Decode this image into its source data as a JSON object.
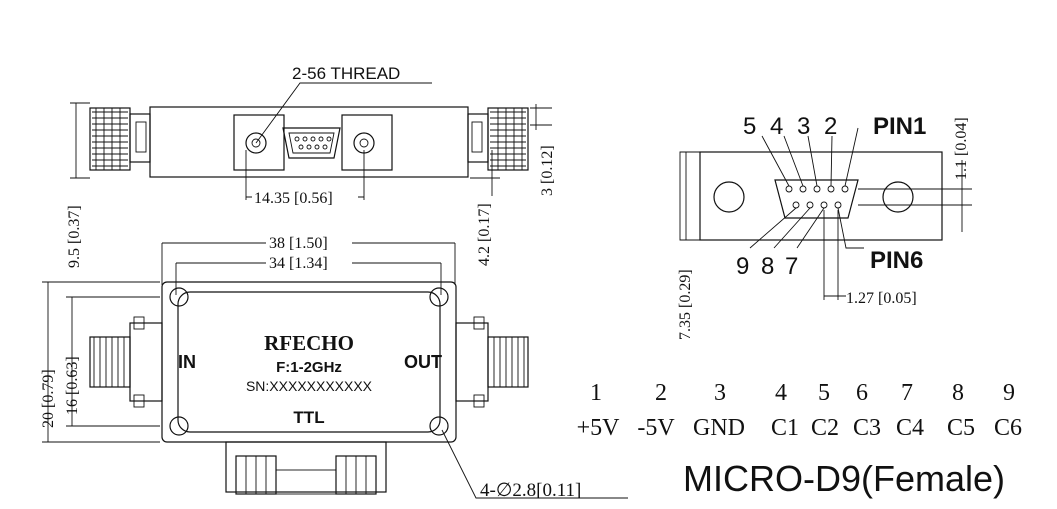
{
  "side_view": {
    "thread_label": "2-56 THREAD",
    "dim_spacing": "14.35 [0.56]",
    "dim_height_total": "9.5 [0.37]",
    "dim_right_offset": "3 [0.12]",
    "dim_right_height": "4.2 [0.17]"
  },
  "top_view": {
    "dim_width_outer": "38 [1.50]",
    "dim_width_inner": "34 [1.34]",
    "dim_height_outer": "20 [0.79]",
    "dim_height_inner": "16 [0.63]",
    "brand": "RFECHO",
    "frequency": "F:1-2GHz",
    "serial": "SN:XXXXXXXXXXX",
    "port_in": "IN",
    "port_out": "OUT",
    "port_ttl": "TTL",
    "hole_callout": "4-∅2.8[0.11]"
  },
  "connector_view": {
    "pin_top_nums": [
      "5",
      "4",
      "3",
      "2"
    ],
    "pin1_label": "PIN1",
    "pin_bottom_nums": [
      "9",
      "8",
      "7"
    ],
    "pin6_label": "PIN6",
    "dim_top": "1.1 [0.04]",
    "dim_pitch": "1.27 [0.05]",
    "dim_height": "7.35 [0.29]"
  },
  "pin_table": {
    "numbers": [
      "1",
      "2",
      "3",
      "4",
      "5",
      "6",
      "7",
      "8",
      "9"
    ],
    "signals": [
      "+5V",
      "-5V",
      "GND",
      "C1",
      "C2",
      "C3",
      "C4",
      "C5",
      "C6"
    ]
  },
  "connector_title": "MICRO-D9(Female)"
}
